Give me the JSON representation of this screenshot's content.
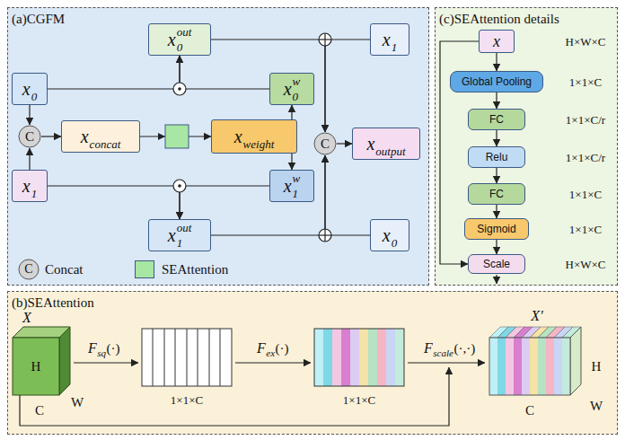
{
  "diagram": {
    "nodes": [
      {
        "text": [
          "(a)CGFM"
        ]
      },
      {
        "text": [
          "x",
          "0",
          "out"
        ],
        "in": 0
      },
      {
        "text": [
          "x",
          "1"
        ],
        "in": 0
      },
      {
        "text": [
          "x",
          "0"
        ],
        "in": 0
      },
      {
        "text": [
          "x",
          "0",
          "w"
        ],
        "in": 0
      },
      {
        "text": [
          "C"
        ],
        "in": 0
      },
      {
        "text": [
          "x",
          "concat"
        ],
        "in": 0
      },
      {
        "text": [
          "x",
          "weight"
        ],
        "in": 0
      },
      {
        "text": [
          "C"
        ],
        "in": 0
      },
      {
        "text": [
          "x",
          "output"
        ],
        "in": 0
      },
      {
        "text": [
          "x",
          "1"
        ],
        "in": 0
      },
      {
        "text": [
          "x",
          "1",
          "w"
        ],
        "in": 0
      },
      {
        "text": [
          "x",
          "1",
          "out"
        ],
        "in": 0
      },
      {
        "text": [
          "x",
          "0"
        ],
        "in": 0
      },
      {
        "text": [
          "(c)SEAttention details"
        ]
      },
      {
        "text": [
          "x"
        ],
        "in": 14
      },
      {
        "text": [
          "Global Pooling"
        ],
        "in": 14
      },
      {
        "text": [
          "FC"
        ],
        "in": 14
      },
      {
        "text": [
          "Relu"
        ],
        "in": 14
      },
      {
        "text": [
          "FC"
        ],
        "in": 14
      },
      {
        "text": [
          "Sigmoid"
        ],
        "in": 14
      },
      {
        "text": [
          "Scale"
        ],
        "in": 14
      },
      {
        "text": [
          "(b)SEAttention"
        ]
      }
    ],
    "edges": [
      {
        "from": 3,
        "to": 5,
        "arrow": "to"
      },
      {
        "from": 10,
        "to": 5,
        "arrow": "to"
      },
      {
        "from": 5,
        "to": 6,
        "arrow": "to"
      },
      {
        "from": 6,
        "to": 7,
        "arrow": "to"
      },
      {
        "from": 7,
        "to": 4,
        "arrow": "to"
      },
      {
        "from": 7,
        "to": 11,
        "arrow": "to"
      },
      {
        "from": 3,
        "to": 1,
        "arrow": "to"
      },
      {
        "from": 4,
        "to": 1,
        "arrow": "to"
      },
      {
        "from": 10,
        "to": 12,
        "arrow": "to"
      },
      {
        "from": 11,
        "to": 12,
        "arrow": "to"
      },
      {
        "from": 1,
        "to": 8,
        "arrow": "to"
      },
      {
        "from": 2,
        "to": 8,
        "arrow": "to"
      },
      {
        "from": 12,
        "to": 8,
        "arrow": "to"
      },
      {
        "from": 13,
        "to": 8,
        "arrow": "to"
      },
      {
        "from": 8,
        "to": 9,
        "arrow": "to"
      },
      {
        "from": 15,
        "to": 16,
        "arrow": "to"
      },
      {
        "from": 16,
        "to": 17,
        "arrow": "to"
      },
      {
        "from": 17,
        "to": 18,
        "arrow": "to"
      },
      {
        "from": 18,
        "to": 19,
        "arrow": "to"
      },
      {
        "from": 19,
        "to": 20,
        "arrow": "to"
      },
      {
        "from": 20,
        "to": 21,
        "arrow": "to"
      },
      {
        "from": 15,
        "to": 21,
        "arrow": "to"
      }
    ],
    "labels": [
      "H×W×C",
      "1×1×C",
      "1×1×C/r",
      "1×1×C/r",
      "1×1×C",
      "1×1×C",
      "H×W×C",
      "C",
      "X",
      "H",
      "W",
      "C",
      "F",
      "sq",
      "(·)",
      "1×1×C",
      "F",
      "ex",
      "(·)",
      "1×1×C",
      "F",
      "scale",
      "(·,·)",
      "X′",
      "H",
      "C",
      "W"
    ],
    "legend": [
      {
        "text": "Concat"
      },
      {
        "text": "SEAttention",
        "color": "#a8e6a3"
      }
    ]
  }
}
